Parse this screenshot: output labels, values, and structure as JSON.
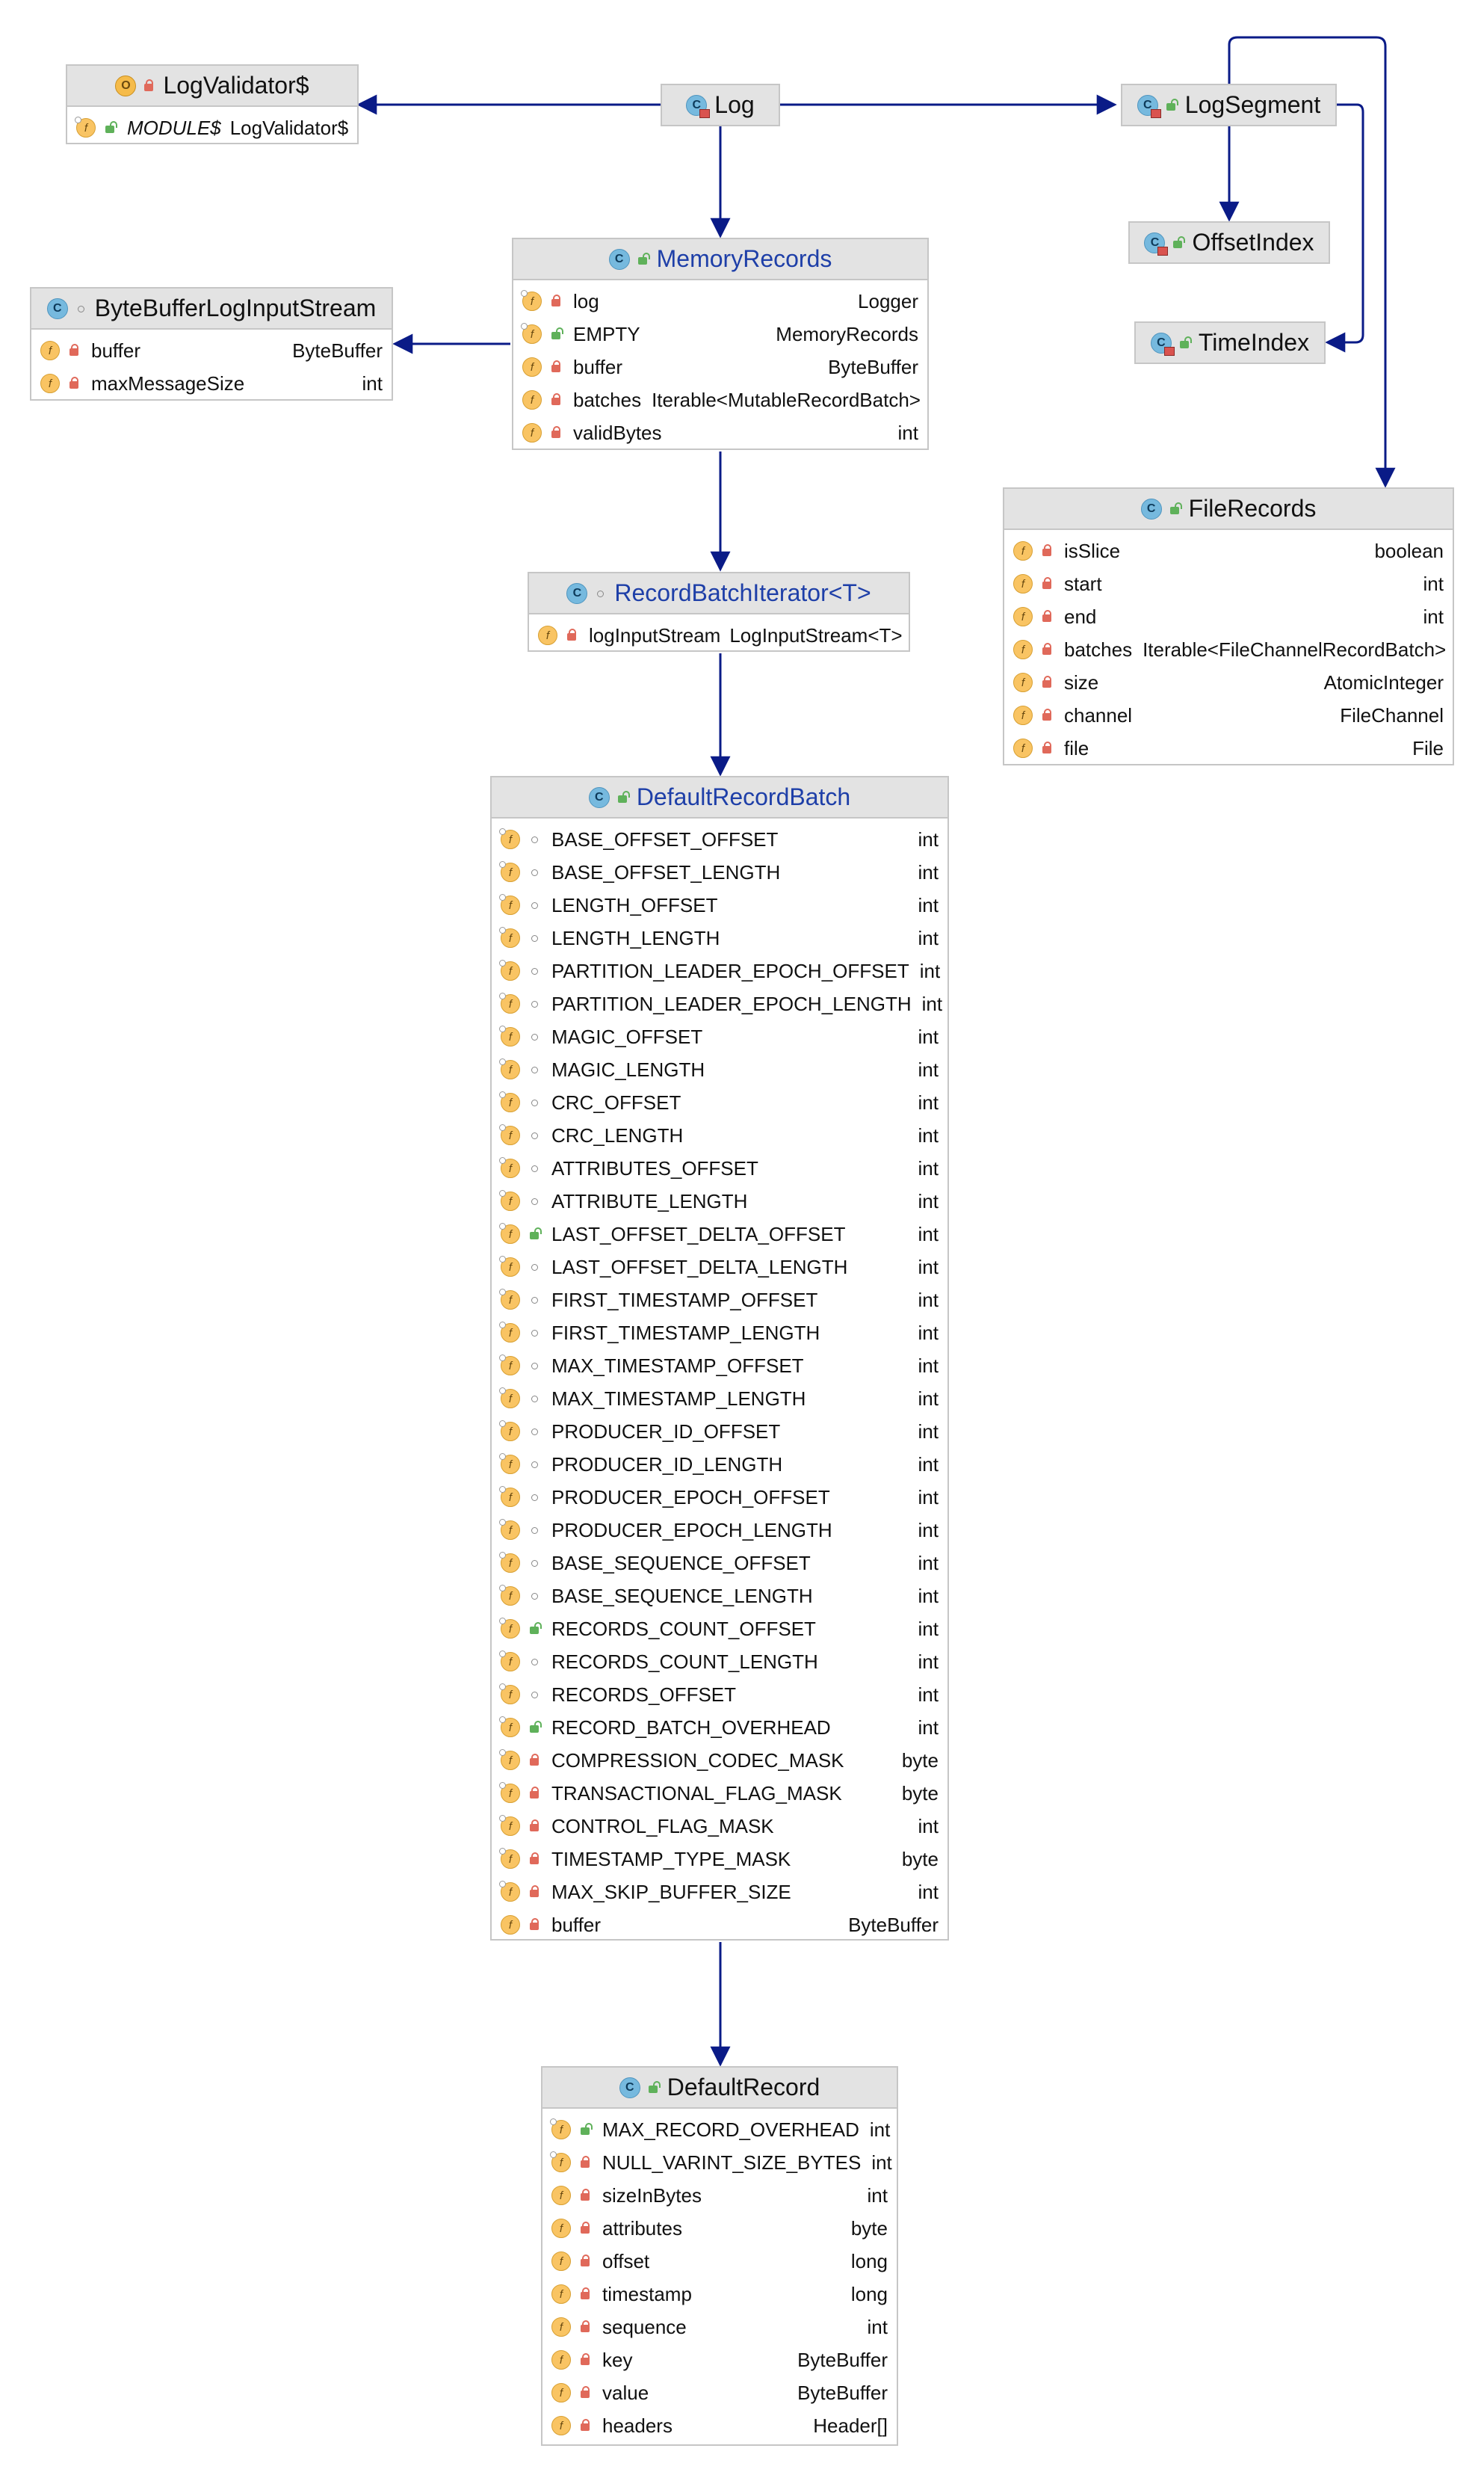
{
  "classes": {
    "logvalidator": {
      "name": "LogValidator$",
      "fields": [
        {
          "name": "MODULE$",
          "type": "LogValidator$",
          "visibility": "public",
          "static": true,
          "italic": true
        }
      ]
    },
    "log": {
      "name": "Log"
    },
    "logsegment": {
      "name": "LogSegment"
    },
    "offsetindex": {
      "name": "OffsetIndex"
    },
    "timeindex": {
      "name": "TimeIndex"
    },
    "bytebufferloginputstream": {
      "name": "ByteBufferLogInputStream",
      "fields": [
        {
          "name": "buffer",
          "type": "ByteBuffer",
          "visibility": "private",
          "static": false
        },
        {
          "name": "maxMessageSize",
          "type": "int",
          "visibility": "private",
          "static": false
        }
      ]
    },
    "memoryrecords": {
      "name": "MemoryRecords",
      "fields": [
        {
          "name": "log",
          "type": "Logger",
          "visibility": "private",
          "static": true
        },
        {
          "name": "EMPTY",
          "type": "MemoryRecords",
          "visibility": "public",
          "static": true
        },
        {
          "name": "buffer",
          "type": "ByteBuffer",
          "visibility": "private",
          "static": false
        },
        {
          "name": "batches",
          "type": "Iterable<MutableRecordBatch>",
          "visibility": "private",
          "static": false
        },
        {
          "name": "validBytes",
          "type": "int",
          "visibility": "private",
          "static": false
        }
      ]
    },
    "filerecords": {
      "name": "FileRecords",
      "fields": [
        {
          "name": "isSlice",
          "type": "boolean",
          "visibility": "private",
          "static": false
        },
        {
          "name": "start",
          "type": "int",
          "visibility": "private",
          "static": false
        },
        {
          "name": "end",
          "type": "int",
          "visibility": "private",
          "static": false
        },
        {
          "name": "batches",
          "type": "Iterable<FileChannelRecordBatch>",
          "visibility": "private",
          "static": false
        },
        {
          "name": "size",
          "type": "AtomicInteger",
          "visibility": "private",
          "static": false
        },
        {
          "name": "channel",
          "type": "FileChannel",
          "visibility": "private",
          "static": false
        },
        {
          "name": "file",
          "type": "File",
          "visibility": "private",
          "static": false
        }
      ]
    },
    "recordbatchiterator": {
      "name": "RecordBatchIterator<T>",
      "fields": [
        {
          "name": "logInputStream",
          "type": "LogInputStream<T>",
          "visibility": "private",
          "static": false
        }
      ]
    },
    "defaultrecordbatch": {
      "name": "DefaultRecordBatch",
      "fields": [
        {
          "name": "BASE_OFFSET_OFFSET",
          "type": "int",
          "visibility": "package",
          "static": true
        },
        {
          "name": "BASE_OFFSET_LENGTH",
          "type": "int",
          "visibility": "package",
          "static": true
        },
        {
          "name": "LENGTH_OFFSET",
          "type": "int",
          "visibility": "package",
          "static": true
        },
        {
          "name": "LENGTH_LENGTH",
          "type": "int",
          "visibility": "package",
          "static": true
        },
        {
          "name": "PARTITION_LEADER_EPOCH_OFFSET",
          "type": "int",
          "visibility": "package",
          "static": true
        },
        {
          "name": "PARTITION_LEADER_EPOCH_LENGTH",
          "type": "int",
          "visibility": "package",
          "static": true
        },
        {
          "name": "MAGIC_OFFSET",
          "type": "int",
          "visibility": "package",
          "static": true
        },
        {
          "name": "MAGIC_LENGTH",
          "type": "int",
          "visibility": "package",
          "static": true
        },
        {
          "name": "CRC_OFFSET",
          "type": "int",
          "visibility": "package",
          "static": true
        },
        {
          "name": "CRC_LENGTH",
          "type": "int",
          "visibility": "package",
          "static": true
        },
        {
          "name": "ATTRIBUTES_OFFSET",
          "type": "int",
          "visibility": "package",
          "static": true
        },
        {
          "name": "ATTRIBUTE_LENGTH",
          "type": "int",
          "visibility": "package",
          "static": true
        },
        {
          "name": "LAST_OFFSET_DELTA_OFFSET",
          "type": "int",
          "visibility": "public",
          "static": true
        },
        {
          "name": "LAST_OFFSET_DELTA_LENGTH",
          "type": "int",
          "visibility": "package",
          "static": true
        },
        {
          "name": "FIRST_TIMESTAMP_OFFSET",
          "type": "int",
          "visibility": "package",
          "static": true
        },
        {
          "name": "FIRST_TIMESTAMP_LENGTH",
          "type": "int",
          "visibility": "package",
          "static": true
        },
        {
          "name": "MAX_TIMESTAMP_OFFSET",
          "type": "int",
          "visibility": "package",
          "static": true
        },
        {
          "name": "MAX_TIMESTAMP_LENGTH",
          "type": "int",
          "visibility": "package",
          "static": true
        },
        {
          "name": "PRODUCER_ID_OFFSET",
          "type": "int",
          "visibility": "package",
          "static": true
        },
        {
          "name": "PRODUCER_ID_LENGTH",
          "type": "int",
          "visibility": "package",
          "static": true
        },
        {
          "name": "PRODUCER_EPOCH_OFFSET",
          "type": "int",
          "visibility": "package",
          "static": true
        },
        {
          "name": "PRODUCER_EPOCH_LENGTH",
          "type": "int",
          "visibility": "package",
          "static": true
        },
        {
          "name": "BASE_SEQUENCE_OFFSET",
          "type": "int",
          "visibility": "package",
          "static": true
        },
        {
          "name": "BASE_SEQUENCE_LENGTH",
          "type": "int",
          "visibility": "package",
          "static": true
        },
        {
          "name": "RECORDS_COUNT_OFFSET",
          "type": "int",
          "visibility": "public",
          "static": true
        },
        {
          "name": "RECORDS_COUNT_LENGTH",
          "type": "int",
          "visibility": "package",
          "static": true
        },
        {
          "name": "RECORDS_OFFSET",
          "type": "int",
          "visibility": "package",
          "static": true
        },
        {
          "name": "RECORD_BATCH_OVERHEAD",
          "type": "int",
          "visibility": "public",
          "static": true
        },
        {
          "name": "COMPRESSION_CODEC_MASK",
          "type": "byte",
          "visibility": "private",
          "static": true
        },
        {
          "name": "TRANSACTIONAL_FLAG_MASK",
          "type": "byte",
          "visibility": "private",
          "static": true
        },
        {
          "name": "CONTROL_FLAG_MASK",
          "type": "int",
          "visibility": "private",
          "static": true
        },
        {
          "name": "TIMESTAMP_TYPE_MASK",
          "type": "byte",
          "visibility": "private",
          "static": true
        },
        {
          "name": "MAX_SKIP_BUFFER_SIZE",
          "type": "int",
          "visibility": "private",
          "static": true
        },
        {
          "name": "buffer",
          "type": "ByteBuffer",
          "visibility": "private",
          "static": false
        }
      ]
    },
    "defaultrecord": {
      "name": "DefaultRecord",
      "fields": [
        {
          "name": "MAX_RECORD_OVERHEAD",
          "type": "int",
          "visibility": "public",
          "static": true
        },
        {
          "name": "NULL_VARINT_SIZE_BYTES",
          "type": "int",
          "visibility": "private",
          "static": true
        },
        {
          "name": "sizeInBytes",
          "type": "int",
          "visibility": "private",
          "static": false
        },
        {
          "name": "attributes",
          "type": "byte",
          "visibility": "private",
          "static": false
        },
        {
          "name": "offset",
          "type": "long",
          "visibility": "private",
          "static": false
        },
        {
          "name": "timestamp",
          "type": "long",
          "visibility": "private",
          "static": false
        },
        {
          "name": "sequence",
          "type": "int",
          "visibility": "private",
          "static": false
        },
        {
          "name": "key",
          "type": "ByteBuffer",
          "visibility": "private",
          "static": false
        },
        {
          "name": "value",
          "type": "ByteBuffer",
          "visibility": "private",
          "static": false
        },
        {
          "name": "headers",
          "type": "Header[]",
          "visibility": "private",
          "static": false
        }
      ]
    }
  },
  "colors": {
    "arrow": "#0a1b87",
    "header_bg": "#e3e3e3",
    "border": "#c6c6c6",
    "class_name_blue": "#1e3fa8"
  },
  "icons": {
    "class": "class-icon",
    "object": "object-icon",
    "field": "field-icon",
    "private": "lock-icon",
    "public": "unlock-icon",
    "package": "package-circle-icon"
  }
}
